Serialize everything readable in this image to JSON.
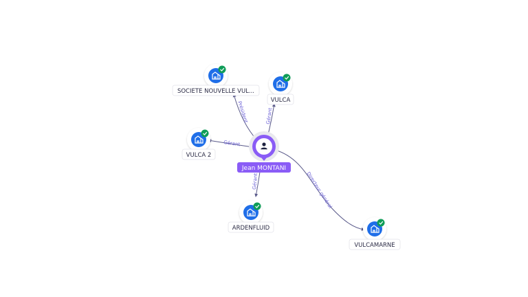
{
  "colors": {
    "company": "#1f6ee8",
    "person": "#8a5cf6",
    "verified": "#0f9d58",
    "edge": "#5a5a8a",
    "edge_label": "#6a5fd6"
  },
  "center": {
    "id": "p1",
    "label": "Jean MONTANI",
    "icon": "person-icon"
  },
  "companies": [
    {
      "id": "c1",
      "label": "SOCIETE NOUVELLE VUL...",
      "icon": "building-icon",
      "verified": true
    },
    {
      "id": "c2",
      "label": "VULCA",
      "icon": "building-icon",
      "verified": true
    },
    {
      "id": "c3",
      "label": "VULCA 2",
      "icon": "building-icon",
      "verified": true
    },
    {
      "id": "c4",
      "label": "ARDENFLUID",
      "icon": "building-icon",
      "verified": true
    },
    {
      "id": "c5",
      "label": "VULCAMARNE",
      "icon": "building-icon",
      "verified": true
    }
  ],
  "edges": [
    {
      "from": "p1",
      "to": "c1",
      "label": "Président"
    },
    {
      "from": "p1",
      "to": "c2",
      "label": "Gérant"
    },
    {
      "from": "p1",
      "to": "c3",
      "label": "Gérant"
    },
    {
      "from": "p1",
      "to": "c4",
      "label": "Gérant"
    },
    {
      "from": "p1",
      "to": "c5",
      "label": "Directeur général"
    }
  ]
}
